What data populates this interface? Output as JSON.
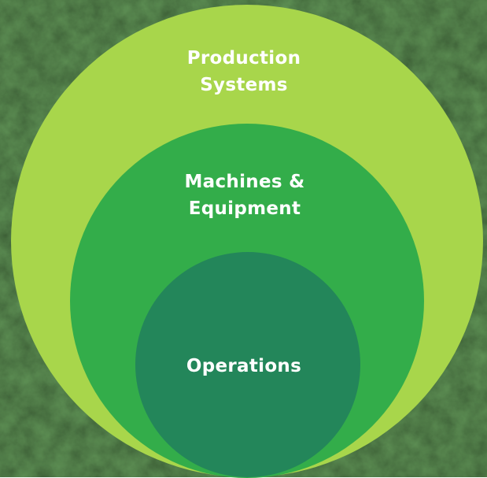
{
  "diagram": {
    "rings": [
      {
        "lines": [
          "Production",
          "Systems"
        ],
        "color": "#a8d64b"
      },
      {
        "lines": [
          "Machines &",
          "Equipment"
        ],
        "color": "#33ad4a"
      },
      {
        "lines": [
          "Operations"
        ],
        "color": "#23865a"
      }
    ]
  },
  "background": {
    "description_color": "#244a22"
  }
}
